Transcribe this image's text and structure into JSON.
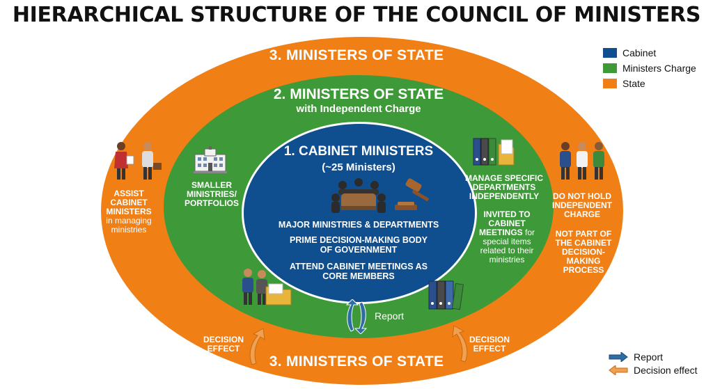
{
  "title": "HIERARCHICAL STRUCTURE OF THE COUNCIL OF MINISTERS",
  "outer": {
    "label_top": "3. MINISTERS OF STATE",
    "label_bottom": "3. MINISTERS OF STATE",
    "left_title": "ASSIST CABINET MINISTERS",
    "left_normal": "in managing ministries",
    "right_1": "DO NOT HOLD INDEPENDENT CHARGE",
    "right_2": "NOT PART OF THE CABINET DECISION-MAKING PROCESS",
    "decision_left": "DECISION EFFECT",
    "decision_right": "DECISION EFFECT"
  },
  "middle": {
    "label": "2. MINISTERS OF STATE",
    "sublabel": "with Independent Charge",
    "left_text": "SMALLER MINISTRIES/ PORTFOLIOS",
    "right_1": "MANAGE SPECIFIC DEPARTMENTS INDEPENDENTLY",
    "right_2_bold": "INVITED TO CABINET MEETINGS",
    "right_2_normal": "for special items related to their ministries",
    "report": "Report"
  },
  "inner": {
    "label": "1. CABINET MINISTERS",
    "sublabel": "(~25 Ministers)",
    "line1": "MAJOR MINISTRIES & DEPARTMENTS",
    "line2": "PRIME DECISION-MAKING BODY OF GOVERNMENT",
    "line3": "ATTEND CABINET MEETINGS AS CORE MEMBERS"
  },
  "legend": [
    {
      "label": "Cabinet",
      "color": "#0f4f8f"
    },
    {
      "label": "Ministers Charge",
      "color": "#3e9a38"
    },
    {
      "label": "State",
      "color": "#f07f16"
    }
  ],
  "arrow_legend": [
    {
      "label": "Report",
      "color": "#2e6da4"
    },
    {
      "label": "Decision effect",
      "color": "#f0a050"
    }
  ]
}
